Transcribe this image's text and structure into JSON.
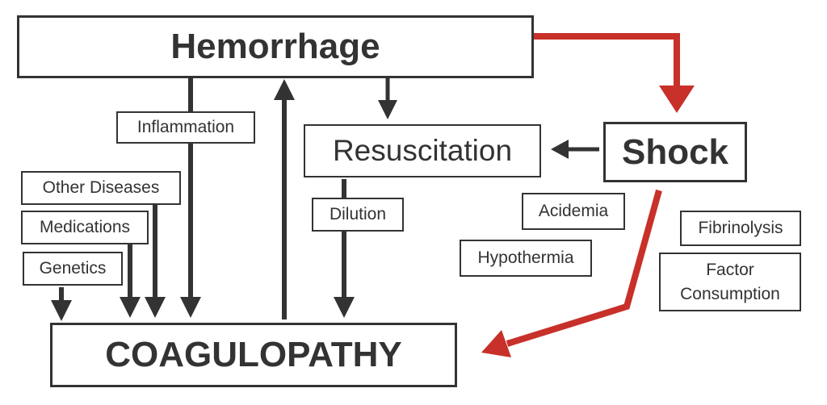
{
  "nodes": {
    "hemorrhage": "Hemorrhage",
    "shock": "Shock",
    "resuscitation": "Resuscitation",
    "coagulopathy": "COAGULOPATHY",
    "inflammation": "Inflammation",
    "other_diseases": "Other Diseases",
    "medications": "Medications",
    "genetics": "Genetics",
    "dilution": "Dilution",
    "acidemia": "Acidemia",
    "hypothermia": "Hypothermia",
    "fibrinolysis": "Fibrinolysis",
    "factor_consumption_line1": "Factor",
    "factor_consumption_line2": "Consumption"
  },
  "colors": {
    "dark": "#333333",
    "red": "#C8302A",
    "background": "#FFFFFF"
  },
  "edges": [
    {
      "from": "Hemorrhage",
      "to": "Shock",
      "color": "red"
    },
    {
      "from": "Shock",
      "to": "Resuscitation",
      "color": "dark"
    },
    {
      "from": "Shock",
      "to": "COAGULOPATHY",
      "color": "red"
    },
    {
      "from": "Hemorrhage",
      "to": "Resuscitation",
      "color": "dark"
    },
    {
      "from": "Hemorrhage",
      "to": "COAGULOPATHY",
      "color": "dark"
    },
    {
      "from": "COAGULOPATHY",
      "to": "Hemorrhage",
      "color": "dark"
    },
    {
      "from": "Resuscitation",
      "to": "COAGULOPATHY",
      "color": "dark"
    },
    {
      "from": "Other Diseases",
      "to": "COAGULOPATHY",
      "color": "dark"
    },
    {
      "from": "Medications",
      "to": "COAGULOPATHY",
      "color": "dark"
    },
    {
      "from": "Genetics",
      "to": "COAGULOPATHY",
      "color": "dark"
    }
  ]
}
